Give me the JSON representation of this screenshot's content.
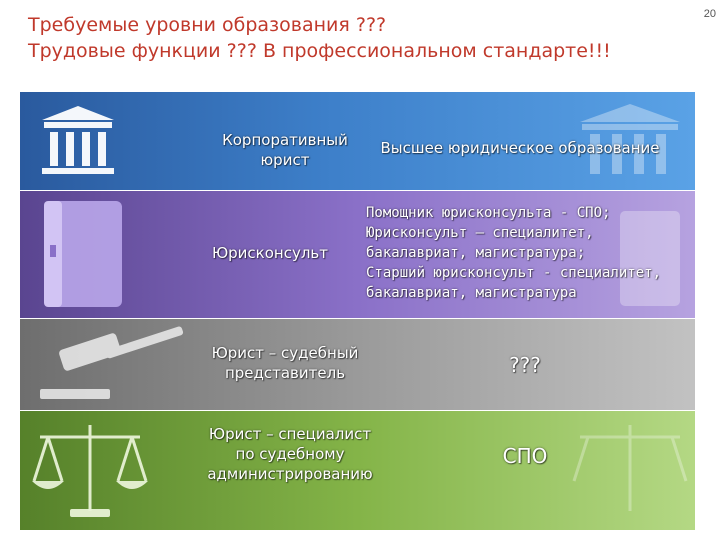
{
  "title": {
    "line1": "Требуемые уровни образования ???",
    "line2": "Трудовые функции ??? В профессиональном стандарте!!!"
  },
  "page_number": "20",
  "rows": [
    {
      "role": "Корпоративный\nюрист",
      "requirement": "Высшее юридическое образование",
      "icon": "courthouse-icon"
    },
    {
      "role": "Юрисконсульт",
      "requirement": "Помощник юрисконсульта - СПО;\nЮрисконсульт – специалитет,\nбакалавриат, магистратура;\nСтарший юрисконсульт - специалитет,\nбакалавриат, магистратура",
      "icon": "law-book-icon"
    },
    {
      "role": "Юрист – судебный\nпредставитель",
      "requirement": "???",
      "icon": "gavel-icon"
    },
    {
      "role": "Юрист – специалист\nпо судебному\nадминистрированию",
      "requirement": "СПО",
      "icon": "scales-icon"
    }
  ],
  "colors": {
    "title": "#c0392b",
    "band_blue": "#3d7fc9",
    "band_purple": "#8a70c8",
    "band_gray": "#9a9a9a",
    "band_green": "#84b448"
  }
}
